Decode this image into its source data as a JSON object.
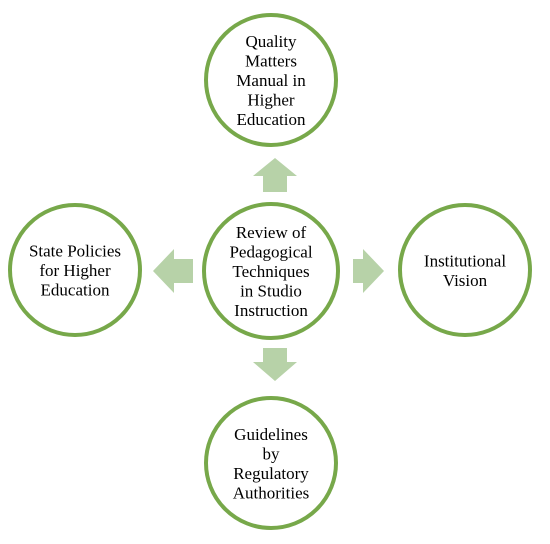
{
  "diagram": {
    "center": {
      "lines": [
        "Review of",
        "Pedagogical",
        "Techniques",
        "in Studio",
        "Instruction"
      ]
    },
    "top": {
      "lines": [
        "Quality",
        "Matters",
        "Manual in",
        "Higher",
        "Education"
      ]
    },
    "left": {
      "lines": [
        "State Policies",
        "for Higher",
        "Education"
      ]
    },
    "right": {
      "lines": [
        "Institutional",
        "Vision"
      ]
    },
    "bottom": {
      "lines": [
        "Guidelines",
        "by",
        "Regulatory",
        "Authorities"
      ]
    }
  },
  "colors": {
    "circle_stroke": "#77a84a",
    "arrow_fill": "#b7d2a8",
    "background": "#ffffff"
  }
}
